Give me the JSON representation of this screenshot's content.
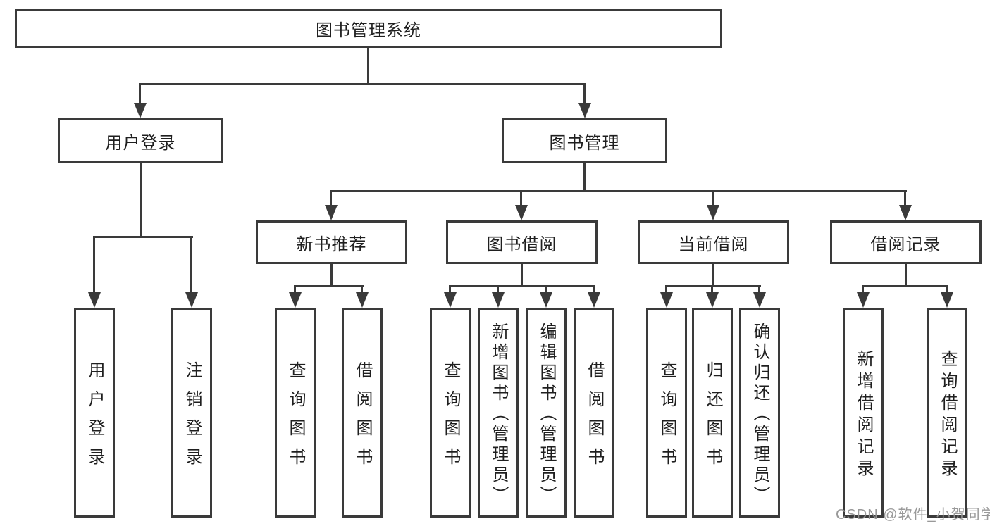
{
  "diagram": {
    "root": {
      "label": "图书管理系统"
    },
    "level2": [
      {
        "label": "用户登录"
      },
      {
        "label": "图书管理"
      }
    ],
    "level3": [
      {
        "label": "新书推荐",
        "parent": "图书管理"
      },
      {
        "label": "图书借阅",
        "parent": "图书管理"
      },
      {
        "label": "当前借阅",
        "parent": "图书管理"
      },
      {
        "label": "借阅记录",
        "parent": "图书管理"
      }
    ],
    "leaves": [
      {
        "label": "用户登录",
        "parent": "用户登录"
      },
      {
        "label": "注销登录",
        "parent": "用户登录"
      },
      {
        "label": "查询图书",
        "parent": "新书推荐"
      },
      {
        "label": "借阅图书",
        "parent": "新书推荐"
      },
      {
        "label": "查询图书",
        "parent": "图书借阅"
      },
      {
        "label": "新增图书（管理员）",
        "parent": "图书借阅"
      },
      {
        "label": "编辑图书（管理员）",
        "parent": "图书借阅"
      },
      {
        "label": "借阅图书",
        "parent": "图书借阅"
      },
      {
        "label": "查询图书",
        "parent": "当前借阅"
      },
      {
        "label": "归还图书",
        "parent": "当前借阅"
      },
      {
        "label": "确认归还（管理员）",
        "parent": "当前借阅"
      },
      {
        "label": "新增借阅记录",
        "parent": "借阅记录"
      },
      {
        "label": "查询借阅记录",
        "parent": "借阅记录"
      }
    ],
    "colors": {
      "line": "#3a3a3a",
      "text": "#1f1f1f",
      "background": "#ffffff",
      "watermark": "#949494"
    }
  },
  "watermark": {
    "text": "CSDN @软件_小贺同学"
  }
}
